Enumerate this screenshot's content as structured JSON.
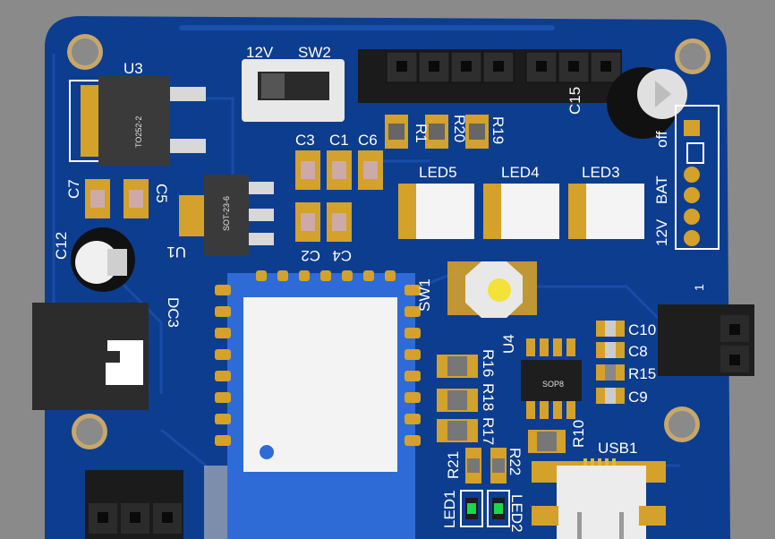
{
  "board": {
    "colors": {
      "background": "#8a8a8a",
      "pcb": "#0d3d8f",
      "pcb_trace": "#1a4fa8",
      "silkscreen": "#ffffff",
      "copper": "#d4a12a",
      "header_black": "#1b1b1b",
      "module_blue": "#2e6bd6",
      "led_green": "#19d94a"
    },
    "labels": {
      "u3": "U3",
      "u3_pkg": "TO252-2",
      "sw2": "SW2",
      "sw2_12v": "12V",
      "v_label": "V",
      "c3": "C3",
      "c1": "C1",
      "c6": "C6",
      "r1": "R1",
      "r20": "R20",
      "r19": "R19",
      "c15": "C15",
      "c7": "C7",
      "c5": "C5",
      "u1": "U1",
      "u1_pkg": "SOT-23-6",
      "c2": "C2",
      "c4": "C4",
      "led5": "LED5",
      "led4": "LED4",
      "led3": "LED3",
      "bat": "BAT",
      "off": "off",
      "v12": "12V",
      "c12": "C12",
      "dc3": "DC3",
      "sw1": "SW1",
      "r16": "R16",
      "r18": "R18",
      "r17": "R17",
      "u4": "U4",
      "u4_pkg": "SOP8",
      "c10": "C10",
      "c8": "C8",
      "r15": "R15",
      "c9": "C9",
      "r10": "R10",
      "usb1": "USB1",
      "r21": "R21",
      "r22": "R22",
      "led1": "LED1",
      "led2": "LED2",
      "one": "1"
    }
  }
}
